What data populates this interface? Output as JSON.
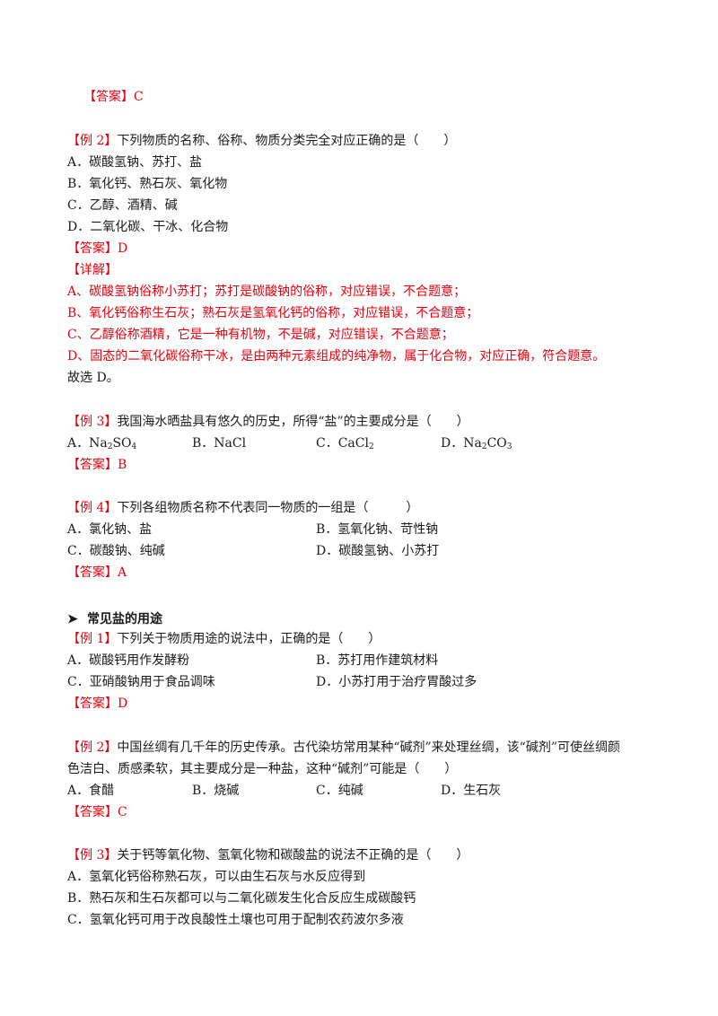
{
  "blocks": {
    "a0": "【答案】C",
    "ex2_tag": "【例 2】",
    "ex2_q": "下列物质的名称、俗称、物质分类完全对应正确的是（　　）",
    "ex2_A": "A．碳酸氢钠、苏打、盐",
    "ex2_B": "B．氧化钙、熟石灰、氧化物",
    "ex2_C": "C．乙醇、酒精、碱",
    "ex2_D": "D．二氧化碳、干冰、化合物",
    "ex2_ans": "【答案】D",
    "ex2_detail": "【详解】",
    "ex2_d1": "A、碳酸氢钠俗称小苏打；苏打是碳酸钠的俗称，对应错误，不合题意；",
    "ex2_d2": "B、氧化钙俗称生石灰；熟石灰是氢氧化钙的俗称，对应错误，不合题意；",
    "ex2_d3": "C、乙醇俗称酒精，它是一种有机物，不是碱，对应错误，不合题意；",
    "ex2_d4": "D、固态的二氧化碳俗称干冰，是由两种元素组成的纯净物，属于化合物，对应正确，符合题意。",
    "ex2_end": "故选 D。",
    "ex3_tag": "【例 3】",
    "ex3_q": "我国海水晒盐具有悠久的历史，所得“盐”的主要成分是（　　）",
    "ex3_A_pre": "A．Na",
    "ex3_A_sub1": "2",
    "ex3_A_mid": "SO",
    "ex3_A_sub2": "4",
    "ex3_B": "B．NaCl",
    "ex3_C_pre": "C．CaCl",
    "ex3_C_sub": "2",
    "ex3_D_pre": "D．Na",
    "ex3_D_sub1": "2",
    "ex3_D_mid": "CO",
    "ex3_D_sub2": "3",
    "ex3_ans": "【答案】B",
    "ex4_tag": "【例 4】",
    "ex4_q": "下列各组物质名称不代表同一物质的一组是（　　　）",
    "ex4_A": "A．氯化钠、盐",
    "ex4_B": "B．氢氧化钠、苛性钠",
    "ex4_C": "C．碳酸钠、纯碱",
    "ex4_D": "D．碳酸氢钠、小苏打",
    "ex4_ans": "【答案】A",
    "section_title": "常见盐的用途",
    "u1_tag": "【例 1】",
    "u1_q": "下列关于物质用途的说法中，正确的是（　　）",
    "u1_A": "A．碳酸钙用作发酵粉",
    "u1_B": "B．苏打用作建筑材料",
    "u1_C": "C．亚硝酸钠用于食品调味",
    "u1_D": "D．小苏打用于治疗胃酸过多",
    "u1_ans": "【答案】D",
    "u2_tag": "【例 2】",
    "u2_q1": "中国丝绸有几千年的历史传承。古代染坊常用某种“碱剂”来处理丝绸，该“碱剂”可使丝绸颜",
    "u2_q2": "色洁白、质感柔软，其主要成分是一种盐，这种“碱剂”可能是（　　）",
    "u2_A": "A．食醋",
    "u2_B": "B．烧碱",
    "u2_C": "C．纯碱",
    "u2_D": "D．生石灰",
    "u2_ans": "【答案】C",
    "u3_tag": "【例 3】",
    "u3_q": "关于钙等氧化物、氢氧化物和碳酸盐的说法不正确的是（　　）",
    "u3_A": "A．氢氧化钙俗称熟石灰，可以由生石灰与水反应得到",
    "u3_B": "B．熟石灰和生石灰都可以与二氧化碳发生化合反应生成碳酸钙",
    "u3_C": "C．氢氧化钙可用于改良酸性土壤也可用于配制农药波尔多液"
  }
}
